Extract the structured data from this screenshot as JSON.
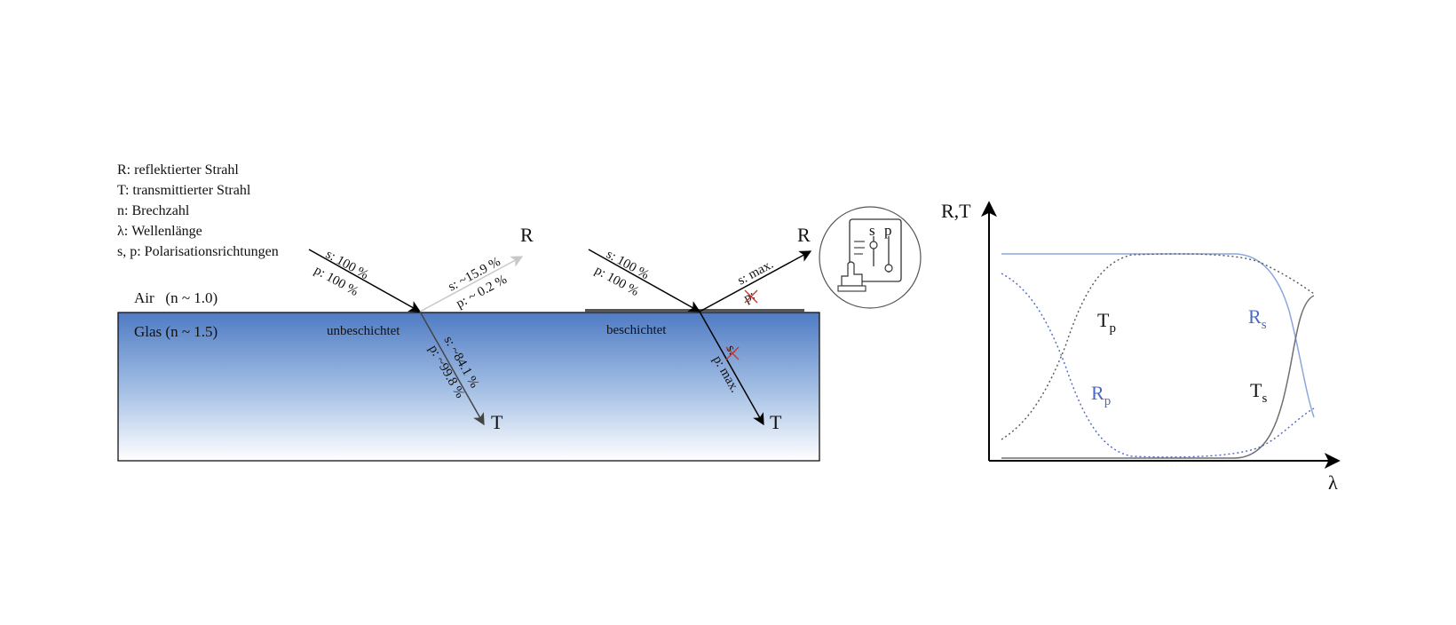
{
  "legend": [
    "R: reflektierter Strahl",
    "T: transmittierter Strahl",
    "n: Brechzahl",
    "λ: Wellenlänge",
    "s, p: Polarisationsrichtungen"
  ],
  "media": {
    "air": "Air   (n ~ 1.0)",
    "glass": "Glas (n ~ 1.5)"
  },
  "uncoated": {
    "label": "unbeschichtet",
    "incident_s": "s: 100 %",
    "incident_p": "p: 100 %",
    "reflected_s": "s: ~15.9 %",
    "reflected_p": "p: ~ 0.2 %",
    "transmitted_s": "s: ~84.1 %",
    "transmitted_p": "p: ~99.8 %",
    "R": "R",
    "T": "T"
  },
  "coated": {
    "label": "beschichtet",
    "incident_s": "s: 100 %",
    "incident_p": "p: 100 %",
    "reflected_s": "s: max.",
    "reflected_p": "p:",
    "transmitted_s": "s:",
    "transmitted_p": "p: max.",
    "R": "R",
    "T": "T",
    "strike_color": "#c0392b"
  },
  "control_icon": {
    "icon": "polarization-control-icon",
    "s": "s",
    "p": "p"
  },
  "graph": {
    "y_axis": "R,T",
    "x_axis": "λ",
    "labels": {
      "Tp": {
        "main": "T",
        "sub": "p"
      },
      "Rp": {
        "main": "R",
        "sub": "p"
      },
      "Rs": {
        "main": "R",
        "sub": "s"
      },
      "Ts": {
        "main": "T",
        "sub": "s"
      }
    },
    "colors": {
      "blue": "#4a69c4",
      "dark": "#555555",
      "glass_top": "#4f7bc4",
      "glass_bottom": "#ffffff"
    }
  }
}
